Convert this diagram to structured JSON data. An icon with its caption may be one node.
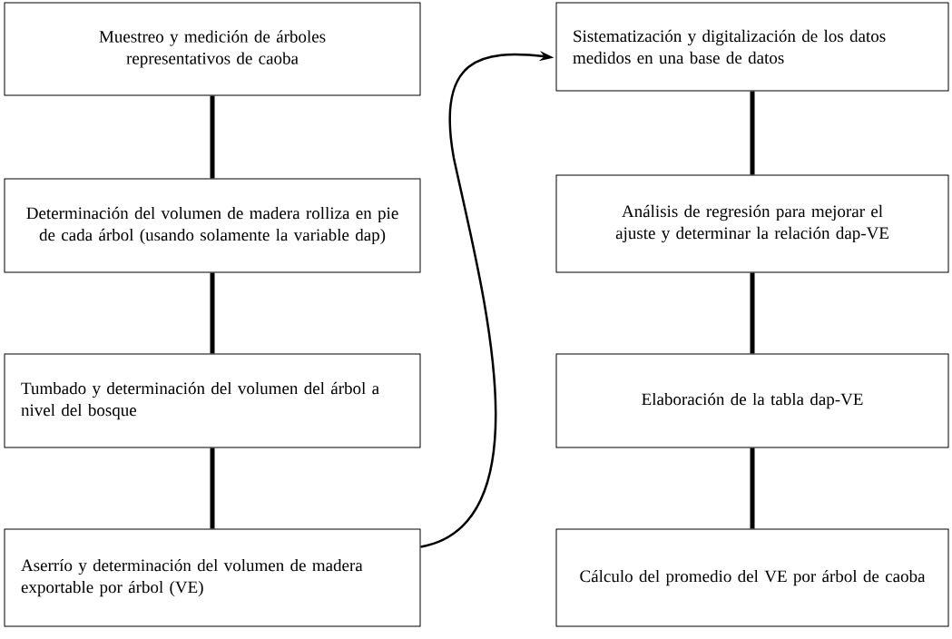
{
  "diagram": {
    "nodes": [
      {
        "text": [
          "Muestreo y medición de árboles representativos de caoba"
        ]
      },
      {
        "text": [
          "Determinación del volumen de madera rolliza en pie de cada árbol (usando solamente la variable dap)"
        ]
      },
      {
        "text": [
          "Tumbado y determinación del volumen del árbol a nivel del bosque"
        ]
      },
      {
        "text": [
          "Aserrío y determinación del volumen de madera exportable por árbol (VE)"
        ]
      },
      {
        "text": [
          "Sistematización y digitalización de los datos medidos en una base de datos"
        ]
      },
      {
        "text": [
          "Análisis de regresión para mejorar el ajuste y determinar la relación dap-VE"
        ]
      },
      {
        "text": [
          "Elaboración de la tabla dap-VE"
        ]
      },
      {
        "text": [
          "Cálculo del promedio del VE por árbol de caoba"
        ]
      }
    ],
    "edges": [
      {
        "from": 0,
        "to": 1,
        "arrow": "none"
      },
      {
        "from": 1,
        "to": 2,
        "arrow": "none"
      },
      {
        "from": 2,
        "to": 3,
        "arrow": "none"
      },
      {
        "from": 3,
        "to": 4,
        "arrow": "to"
      },
      {
        "from": 4,
        "to": 5,
        "arrow": "none"
      },
      {
        "from": 5,
        "to": 6,
        "arrow": "none"
      },
      {
        "from": 6,
        "to": 7,
        "arrow": "none"
      }
    ]
  }
}
